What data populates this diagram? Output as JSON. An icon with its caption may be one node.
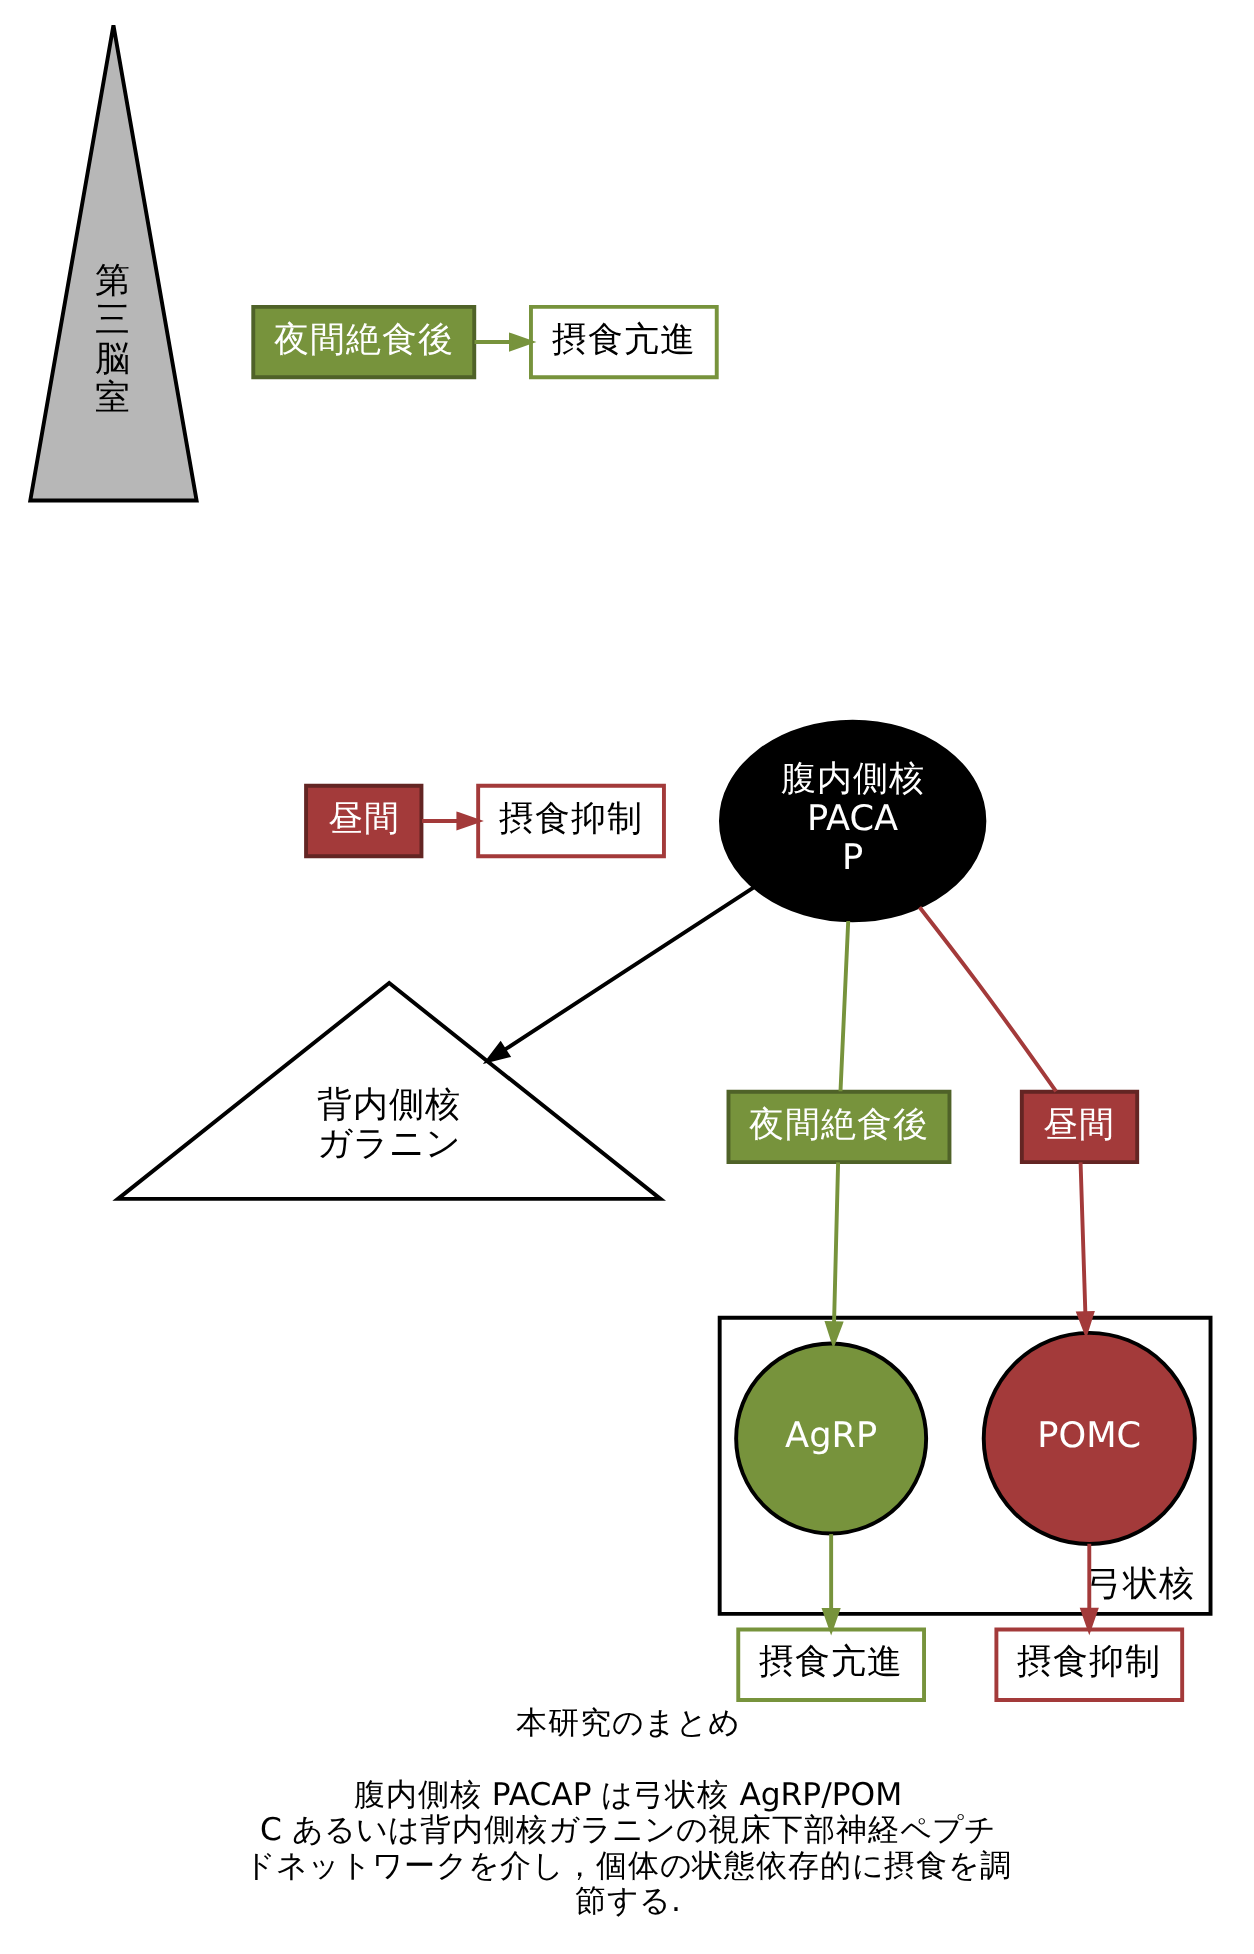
{
  "diagram": {
    "title": "本研究のまとめ",
    "caption": "腹内側核 PACAP は弓状核 AgRP/POMC あるいは背内側核ガラニンの視床下部神経ペプチドネットワークを介し，個体の状態依存的に摂食を調節する.",
    "nodes": [
      {
        "text": [
          "第三脳室"
        ]
      },
      {
        "text": [
          "背内側核ガラニン"
        ]
      },
      {
        "text": [
          "夜間絶食後"
        ]
      },
      {
        "text": [
          "摂食亢進"
        ]
      },
      {
        "text": [
          "昼間"
        ]
      },
      {
        "text": [
          "摂食抑制"
        ]
      },
      {
        "text": [
          "腹内側核PACAP"
        ]
      },
      {
        "text": [
          "夜間絶食後"
        ]
      },
      {
        "text": [
          "昼間"
        ]
      },
      {
        "text": [
          "弓状核"
        ]
      },
      {
        "text": [
          "AgRP"
        ],
        "in": 9
      },
      {
        "text": [
          "POMC"
        ],
        "in": 9
      },
      {
        "text": [
          "摂食亢進"
        ]
      },
      {
        "text": [
          "摂食抑制"
        ]
      }
    ],
    "edges": [
      {
        "from": 2,
        "to": 3,
        "arrow": "to",
        "color": "#77933c"
      },
      {
        "from": 4,
        "to": 5,
        "arrow": "to",
        "color": "#a33a3a"
      },
      {
        "from": 6,
        "to": 1,
        "arrow": "to",
        "color": "#000000"
      },
      {
        "from": 6,
        "to": 7,
        "arrow": "none",
        "color": "#77933c"
      },
      {
        "from": 6,
        "to": 8,
        "arrow": "none",
        "color": "#a33a3a"
      },
      {
        "from": 7,
        "to": 10,
        "arrow": "to",
        "color": "#77933c"
      },
      {
        "from": 8,
        "to": 11,
        "arrow": "to",
        "color": "#a33a3a"
      },
      {
        "from": 10,
        "to": 12,
        "arrow": "to",
        "color": "#77933c"
      },
      {
        "from": 11,
        "to": 13,
        "arrow": "to",
        "color": "#a33a3a"
      }
    ]
  }
}
